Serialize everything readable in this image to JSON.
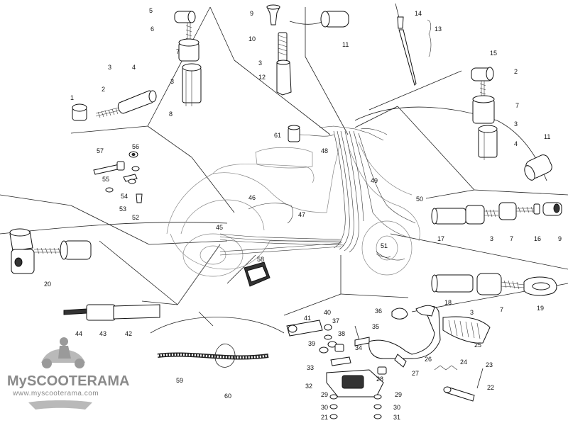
{
  "diagram": {
    "callouts": [
      "1",
      "2",
      "3",
      "4",
      "5",
      "6",
      "7",
      "8",
      "9",
      "10",
      "11",
      "12",
      "13",
      "14",
      "15",
      "16",
      "17",
      "18",
      "19",
      "20",
      "21",
      "22",
      "23",
      "24",
      "25",
      "26",
      "27",
      "28",
      "29",
      "30",
      "31",
      "32",
      "33",
      "34",
      "35",
      "36",
      "37",
      "38",
      "39",
      "40",
      "41",
      "42",
      "43",
      "44",
      "45",
      "46",
      "47",
      "48",
      "49",
      "50",
      "51",
      "52",
      "53",
      "54",
      "55",
      "56",
      "57",
      "58",
      "59",
      "60",
      "61"
    ]
  },
  "watermark": {
    "brand_my": "My",
    "brand_name": "SCOOTERAMA",
    "url": "www.myscooterama.com"
  }
}
